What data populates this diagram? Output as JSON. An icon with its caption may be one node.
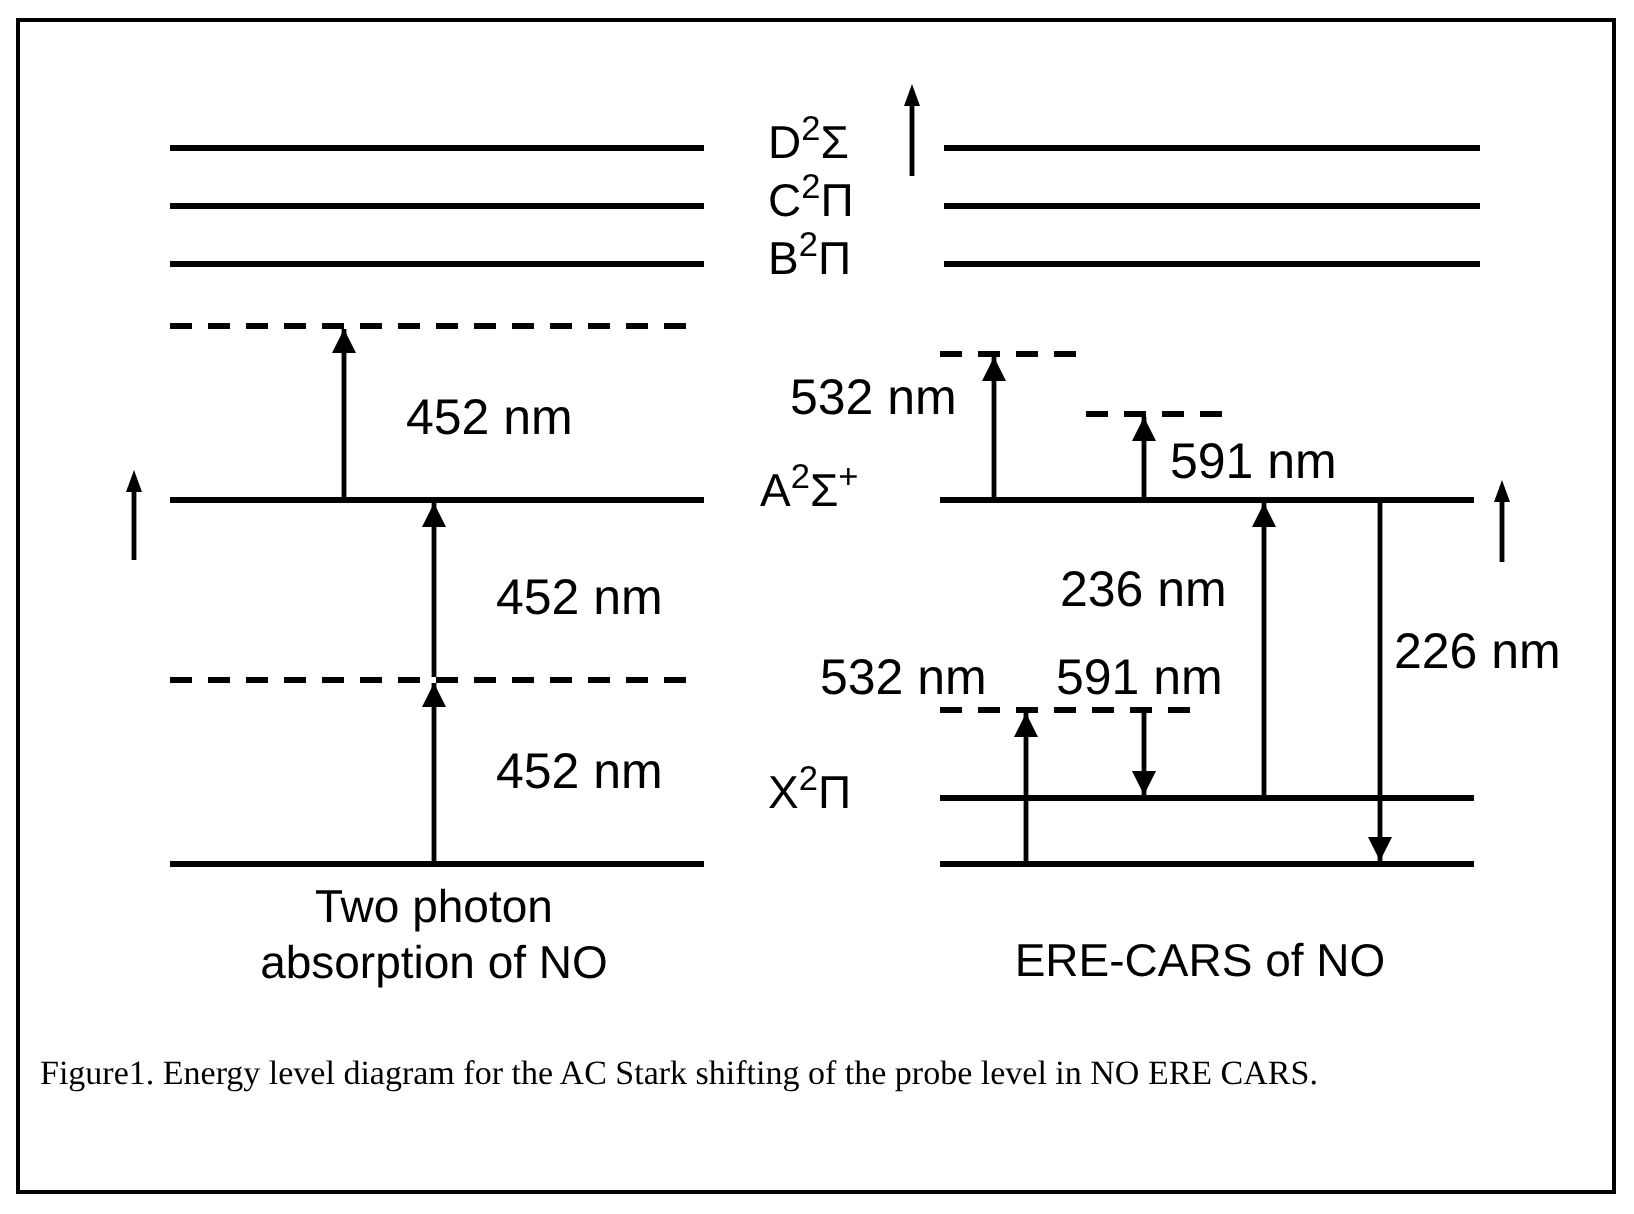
{
  "diagram": {
    "caption": "Figure1.  Energy level diagram for the AC Stark shifting of the probe level in NO ERE CARS.",
    "nodes": [
      {
        "text": [],
        "shape": "line"
      },
      {
        "text": [],
        "shape": "line"
      },
      {
        "text": [],
        "shape": "line"
      },
      {
        "text": [],
        "shape": "line"
      },
      {
        "text": [],
        "shape": "line"
      },
      {
        "text": [],
        "shape": "line"
      },
      {
        "text": [],
        "shape": "dashed"
      },
      {
        "text": [],
        "shape": "dashed"
      },
      {
        "text": [],
        "shape": "dashed"
      },
      {
        "text": [],
        "shape": "line"
      },
      {
        "text": [],
        "shape": "line"
      },
      {
        "text": [],
        "shape": "dashed"
      },
      {
        "text": [],
        "shape": "dashed"
      },
      {
        "text": [],
        "shape": "line"
      },
      {
        "text": [],
        "shape": "line"
      },
      {
        "text": [],
        "shape": "line"
      }
    ],
    "edges": [
      {
        "from": 14,
        "to": 11,
        "arrow": "to",
        "label": "452 nm"
      },
      {
        "from": 11,
        "to": 9,
        "arrow": "to",
        "label": "452 nm"
      },
      {
        "from": 9,
        "to": 6,
        "arrow": "to",
        "label": "452 nm"
      },
      {
        "from": 15,
        "to": 12,
        "arrow": "to",
        "label": "532 nm"
      },
      {
        "from": 12,
        "to": 13,
        "arrow": "to",
        "label": "591 nm"
      },
      {
        "from": 13,
        "to": 10,
        "arrow": "to",
        "label": "236 nm"
      },
      {
        "from": 10,
        "to": 7,
        "arrow": "to",
        "label": "532 nm"
      },
      {
        "from": 10,
        "to": 8,
        "arrow": "to",
        "label": "591 nm"
      },
      {
        "from": 10,
        "to": 15,
        "arrow": "to",
        "label": "226 nm"
      }
    ],
    "labels": [
      "D$^{2}$Σ",
      "C$^{2}$Π",
      "B$^{2}$Π",
      "A$^{2}$Σ$^{+}$",
      "X$^{2}$Π",
      "Two photon absorption of NO",
      "ERE-CARS of NO"
    ]
  }
}
